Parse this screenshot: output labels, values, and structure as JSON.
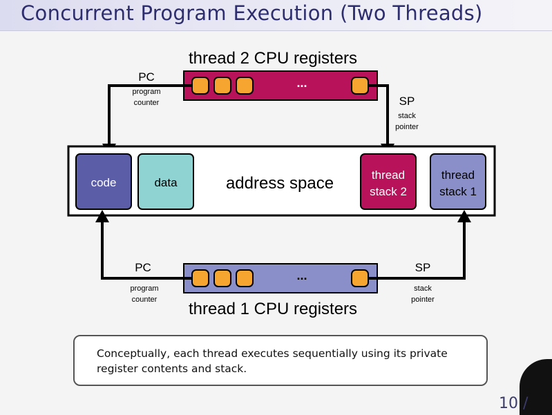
{
  "title": "Concurrent Program Execution (Two Threads)",
  "diagram": {
    "thread2_registers_label": "thread 2 CPU registers",
    "thread1_registers_label": "thread 1 CPU registers",
    "ellipsis": "...",
    "pc": "PC",
    "pc_desc_line1": "program",
    "pc_desc_line2": "counter",
    "sp": "SP",
    "sp_desc_line1": "stack",
    "sp_desc_line2": "pointer",
    "address_space": "address space",
    "code": "code",
    "data": "data",
    "stack2_line1": "thread",
    "stack2_line2": "stack 2",
    "stack1_line1": "thread",
    "stack1_line2": "stack 1",
    "colors": {
      "thread2": "#b8135a",
      "thread1": "#8b8fc9",
      "code": "#5b5ea6",
      "data": "#8fd3d3",
      "register": "#f6a531"
    }
  },
  "note": "Conceptually, each thread executes sequentially using its private register contents and stack.",
  "page_number": "10 /"
}
